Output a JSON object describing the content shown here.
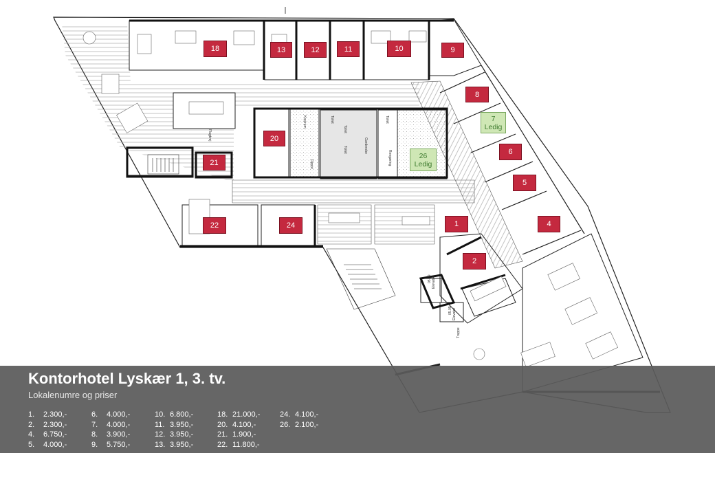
{
  "title": "Kontorhotel Lyskær 1, 3. tv.",
  "subtitle": "Lokalenumre og priser",
  "rooms": [
    {
      "no": "18",
      "status": ""
    },
    {
      "no": "13",
      "status": ""
    },
    {
      "no": "12",
      "status": ""
    },
    {
      "no": "11",
      "status": ""
    },
    {
      "no": "10",
      "status": ""
    },
    {
      "no": "9",
      "status": ""
    },
    {
      "no": "8",
      "status": ""
    },
    {
      "no": "7",
      "status": "Ledig"
    },
    {
      "no": "6",
      "status": ""
    },
    {
      "no": "5",
      "status": ""
    },
    {
      "no": "4",
      "status": ""
    },
    {
      "no": "20",
      "status": ""
    },
    {
      "no": "21",
      "status": ""
    },
    {
      "no": "26",
      "status": "Ledig"
    },
    {
      "no": "22",
      "status": ""
    },
    {
      "no": "24",
      "status": ""
    },
    {
      "no": "1",
      "status": ""
    },
    {
      "no": "2",
      "status": ""
    }
  ],
  "plan_labels": {
    "kopi": "Kopirum",
    "toilet1": "Toilet",
    "toilet2": "Toilet",
    "toilet3": "Toilet",
    "toilet4": "Toilet",
    "rengoring": "Rengøring",
    "garderobe": "Garderobe",
    "depot": "Depot",
    "elevator1": "Elevator",
    "elevator2": "Elevator",
    "el1": "05.09",
    "el2": "05.09",
    "flugtvej": "Flugtvej",
    "trappe": "Trappe"
  },
  "prices": [
    [
      {
        "n": "1.",
        "p": "2.300,-"
      },
      {
        "n": "2.",
        "p": "2.300,-"
      },
      {
        "n": "4.",
        "p": "6.750,-"
      },
      {
        "n": "5.",
        "p": "4.000,-"
      }
    ],
    [
      {
        "n": "6.",
        "p": "4.000,-"
      },
      {
        "n": "7.",
        "p": "4.000,-"
      },
      {
        "n": "8.",
        "p": "3.900,-"
      },
      {
        "n": "9.",
        "p": "5.750,-"
      }
    ],
    [
      {
        "n": "10.",
        "p": "6.800,-"
      },
      {
        "n": "11.",
        "p": "3.950,-"
      },
      {
        "n": "12.",
        "p": "3.950,-"
      },
      {
        "n": "13.",
        "p": "3.950,-"
      }
    ],
    [
      {
        "n": "18.",
        "p": "21.000,-"
      },
      {
        "n": "20.",
        "p": "4.100,-"
      },
      {
        "n": "21.",
        "p": "1.900,-"
      },
      {
        "n": "22.",
        "p": "11.800,-"
      }
    ],
    [
      {
        "n": "24.",
        "p": "4.100,-"
      },
      {
        "n": "26.",
        "p": "2.100,-"
      }
    ]
  ],
  "colors": {
    "taken": "#c4293f",
    "free": "#cfe7b5",
    "banner": "#5a5a5a"
  }
}
